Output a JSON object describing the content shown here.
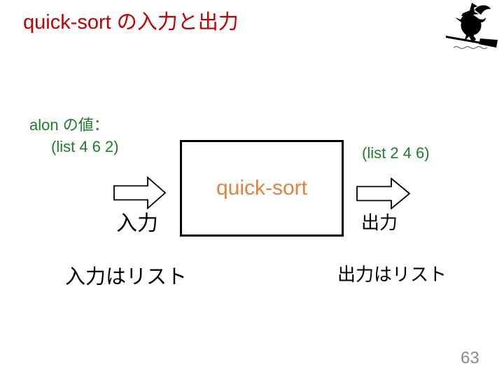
{
  "slide": {
    "title": "quick-sort の入力と出力",
    "page_number": "63"
  },
  "diagram": {
    "alon_label": "alon の値：",
    "input_list": "(list 4 6 2)",
    "output_list": "(list 2 4 6)",
    "box_label": "quick-sort",
    "input_label": "入力",
    "output_label": "出力",
    "input_note": "入力はリスト",
    "output_note": "出力はリスト"
  },
  "icons": {
    "witch_logo": "witch-on-broomstick-silhouette",
    "input_arrow": "right-block-arrow",
    "output_arrow": "right-block-arrow"
  },
  "colors": {
    "title_red": "#C00000",
    "green": "#1E7B2C",
    "orange": "#E0813E",
    "black": "#000000",
    "page_gray": "#8A8A8A",
    "background": "#FFFFFF"
  }
}
